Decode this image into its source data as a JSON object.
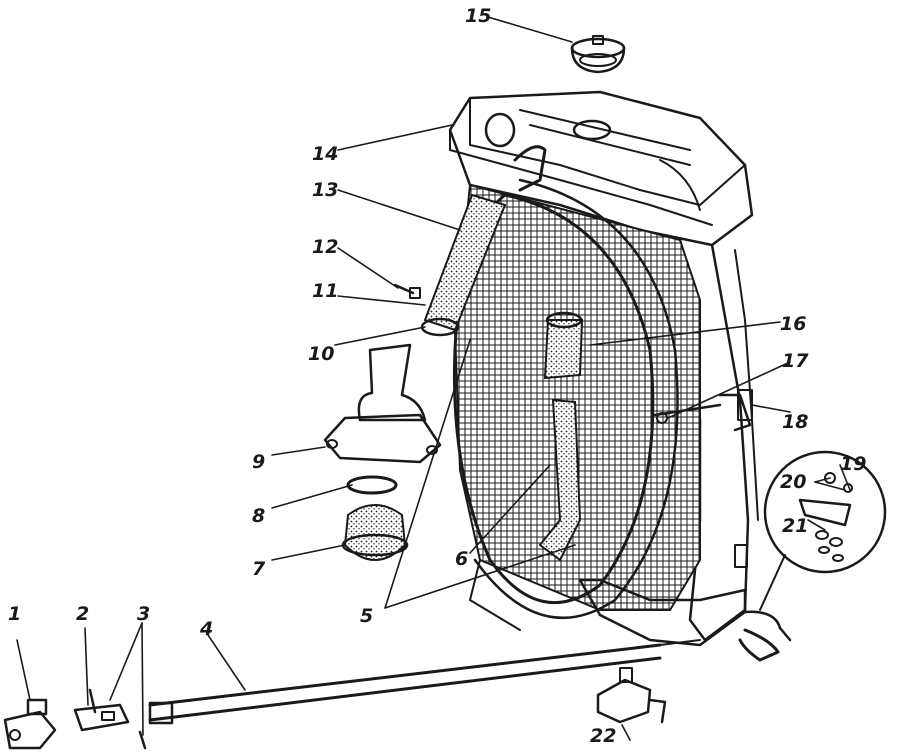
{
  "labels": {
    "l1": "1",
    "l2": "2",
    "l3": "3",
    "l4": "4",
    "l5": "5",
    "l6": "6",
    "l7": "7",
    "l8": "8",
    "l9": "9",
    "l10": "10",
    "l11": "11",
    "l12": "12",
    "l13": "13",
    "l14": "14",
    "l15": "15",
    "l16": "16",
    "l17": "17",
    "l18": "18",
    "l19": "19",
    "l20": "20",
    "l21": "21",
    "l22": "22"
  },
  "colors": {
    "ink": "#1a1a1a",
    "paper": "#ffffff"
  }
}
